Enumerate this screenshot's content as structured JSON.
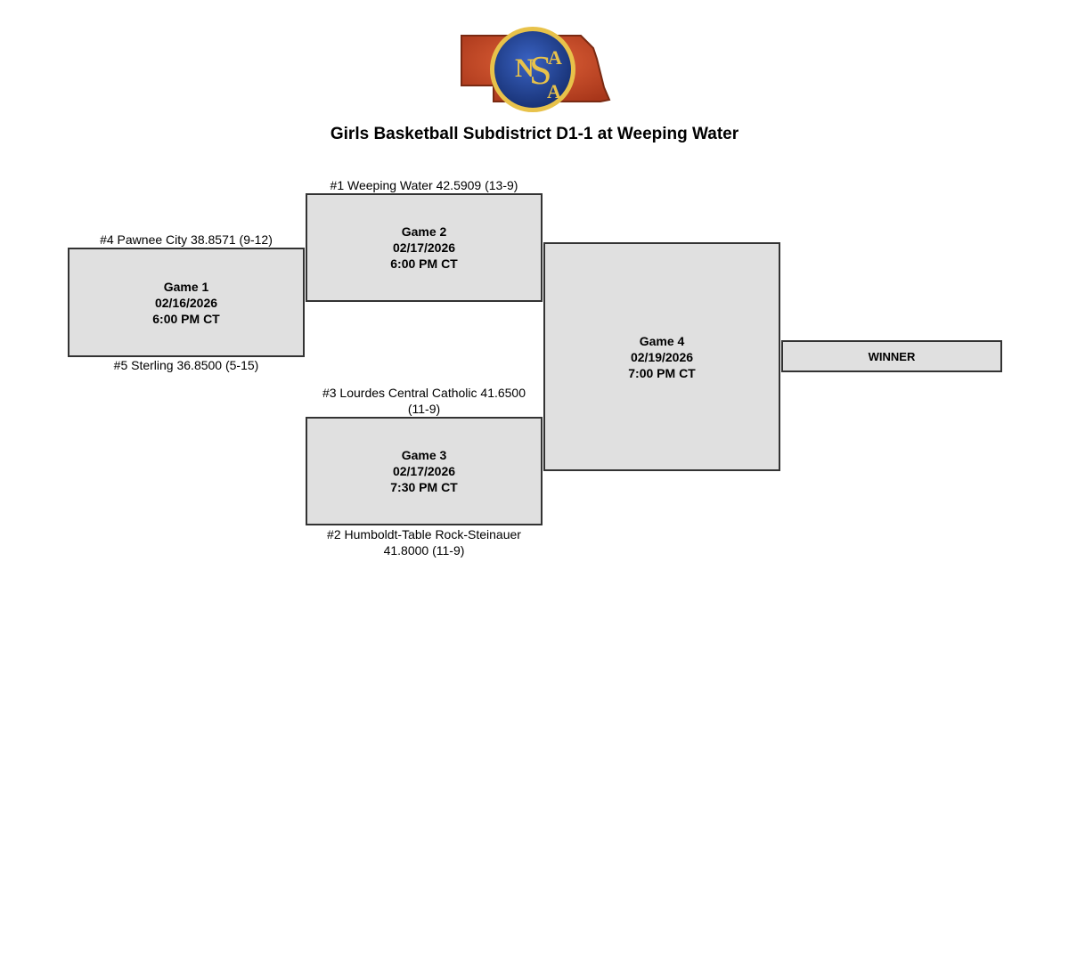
{
  "header": {
    "logo_text": "NSAA",
    "title": "Girls Basketball Subdistrict D1-1 at Weeping Water"
  },
  "colors": {
    "box_fill": "#e0e0e0",
    "box_border": "#333333",
    "logo_state": "#c94a1c",
    "logo_circle": "#1f3f8f",
    "logo_letters": "#e8c24a"
  },
  "bracket": {
    "game1": {
      "label": "Game 1",
      "date": "02/16/2026",
      "time": "6:00 PM CT",
      "top_team": "#4 Pawnee City 38.8571 (9-12)",
      "bottom_team": "#5 Sterling 36.8500 (5-15)"
    },
    "game2": {
      "label": "Game 2",
      "date": "02/17/2026",
      "time": "6:00 PM CT",
      "top_team": "#1 Weeping Water 42.5909 (13-9)"
    },
    "game3": {
      "label": "Game 3",
      "date": "02/17/2026",
      "time": "7:30 PM CT",
      "top_team_line1": "#3 Lourdes Central Catholic 41.6500",
      "top_team_line2": "(11-9)",
      "bottom_team_line1": "#2 Humboldt-Table Rock-Steinauer",
      "bottom_team_line2": "41.8000 (11-9)"
    },
    "game4": {
      "label": "Game 4",
      "date": "02/19/2026",
      "time": "7:00 PM CT"
    },
    "winner_label": "WINNER"
  }
}
